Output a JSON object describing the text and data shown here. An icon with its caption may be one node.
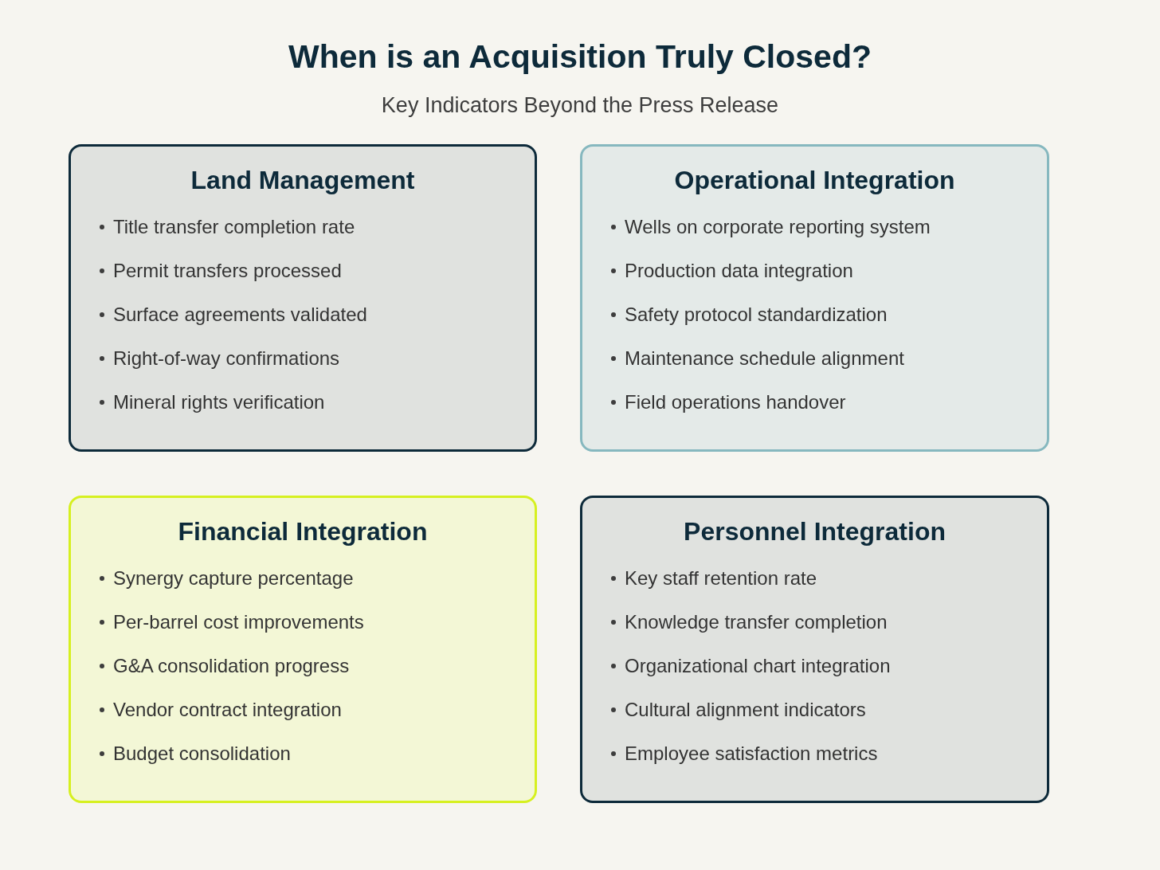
{
  "diagram": {
    "title": "When is an Acquisition Truly Closed?",
    "nodes": [
      {
        "text": [
          "Land Management",
          "Title transfer completion rate",
          "Permit transfers processed",
          "Surface agreements validated",
          "Right-of-way confirmations",
          "Mineral rights verification"
        ]
      },
      {
        "text": [
          "Operational Integration",
          "Wells on corporate reporting system",
          "Production data integration",
          "Safety protocol standardization",
          "Maintenance schedule alignment",
          "Field operations handover"
        ]
      },
      {
        "text": [
          "Financial Integration",
          "Synergy capture percentage",
          "Per-barrel cost improvements",
          "G&A consolidation progress",
          "Vendor contract integration",
          "Budget consolidation"
        ]
      },
      {
        "text": [
          "Personnel Integration",
          "Key staff retention rate",
          "Knowledge transfer completion",
          "Organizational chart integration",
          "Cultural alignment indicators",
          "Employee satisfaction metrics"
        ]
      }
    ],
    "labels": [
      "Key Indicators Beyond the Press Release"
    ]
  }
}
